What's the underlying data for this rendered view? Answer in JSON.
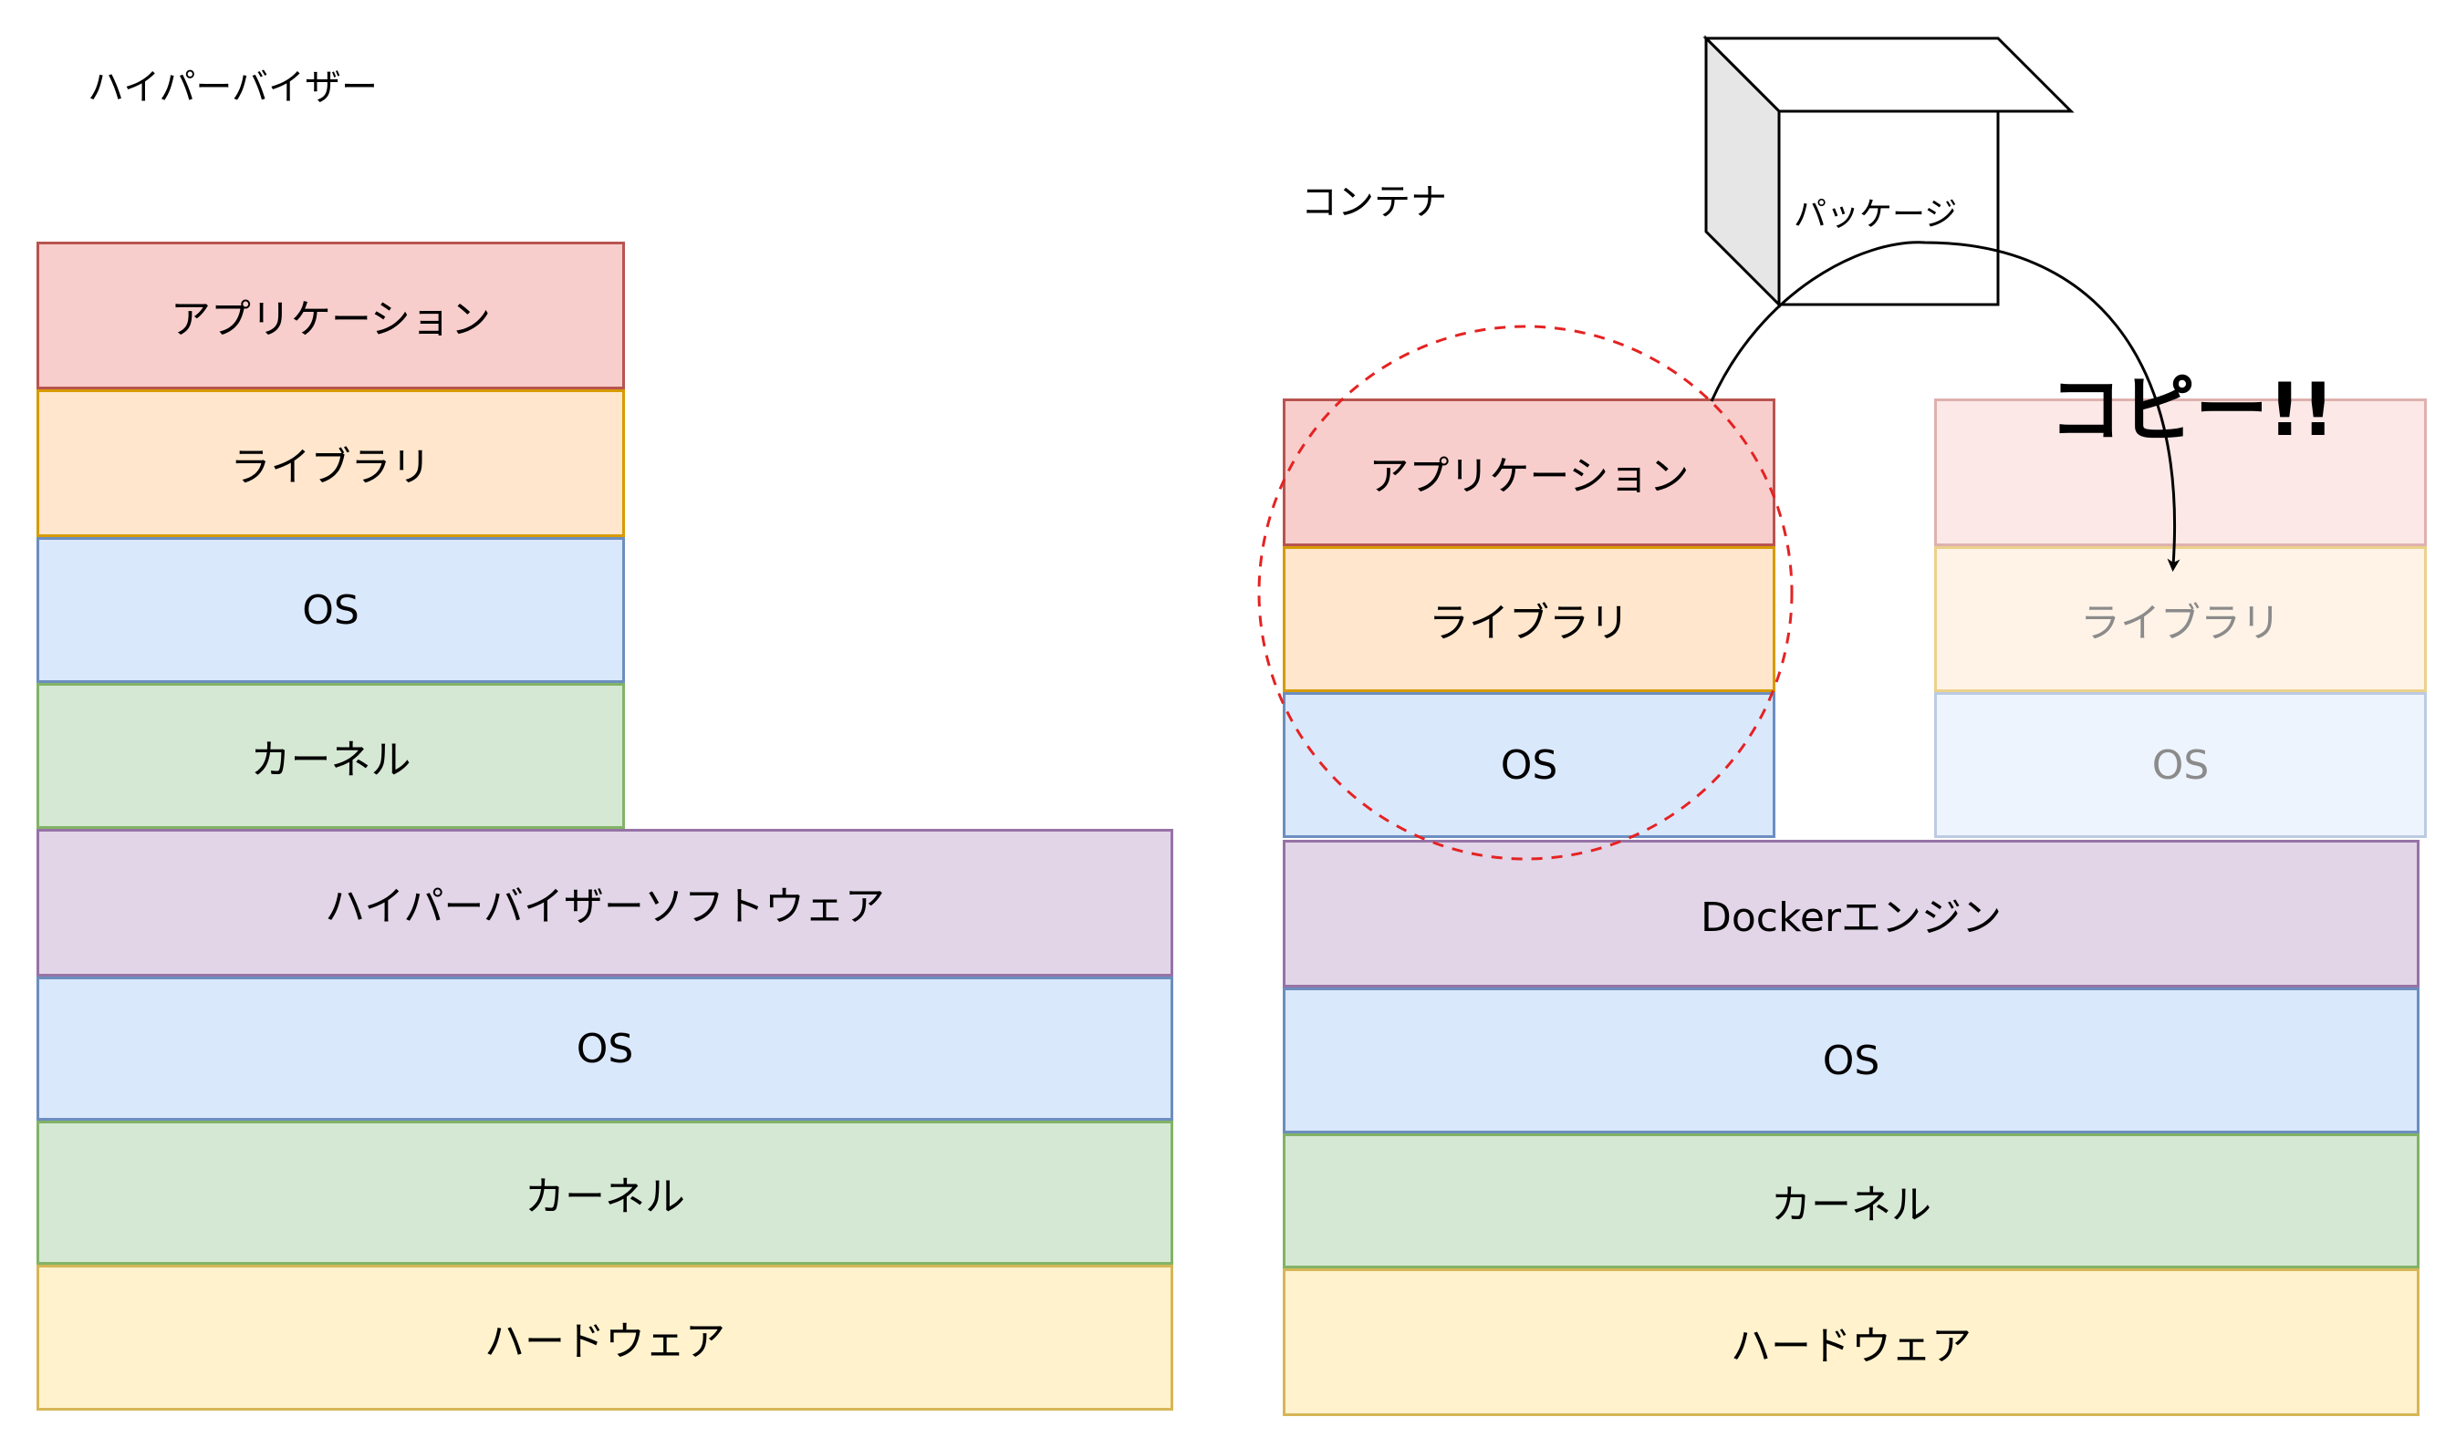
{
  "hypervisor": {
    "title": "ハイパーバイザー",
    "guest": [
      "アプリケーション",
      "ライブラリ",
      "OS",
      "カーネル"
    ],
    "host": [
      "ハイパーバイザーソフトウェア",
      "OS",
      "カーネル",
      "ハードウェア"
    ]
  },
  "container": {
    "title": "コンテナ",
    "package_label": "パッケージ",
    "copy_label": "コピー!!",
    "source_stack": [
      "アプリケーション",
      "ライブラリ",
      "OS"
    ],
    "copy_stack": [
      "",
      "ライブラリ",
      "OS"
    ],
    "host": [
      "Dockerエンジン",
      "OS",
      "カーネル",
      "ハードウェア"
    ]
  },
  "colors": {
    "app_fill": "#f8cecc",
    "app_stroke": "#b85450",
    "lib_fill": "#ffe6cc",
    "lib_stroke": "#d79b00",
    "os_fill": "#dae8fc",
    "os_stroke": "#6c8ebf",
    "kernel_fill": "#d5e8d4",
    "kernel_stroke": "#82b366",
    "engine_fill": "#e1d5e7",
    "engine_stroke": "#9673a6",
    "hw_fill": "#fff2cc",
    "hw_stroke": "#d6b656",
    "highlight_circle": "#e52222"
  }
}
